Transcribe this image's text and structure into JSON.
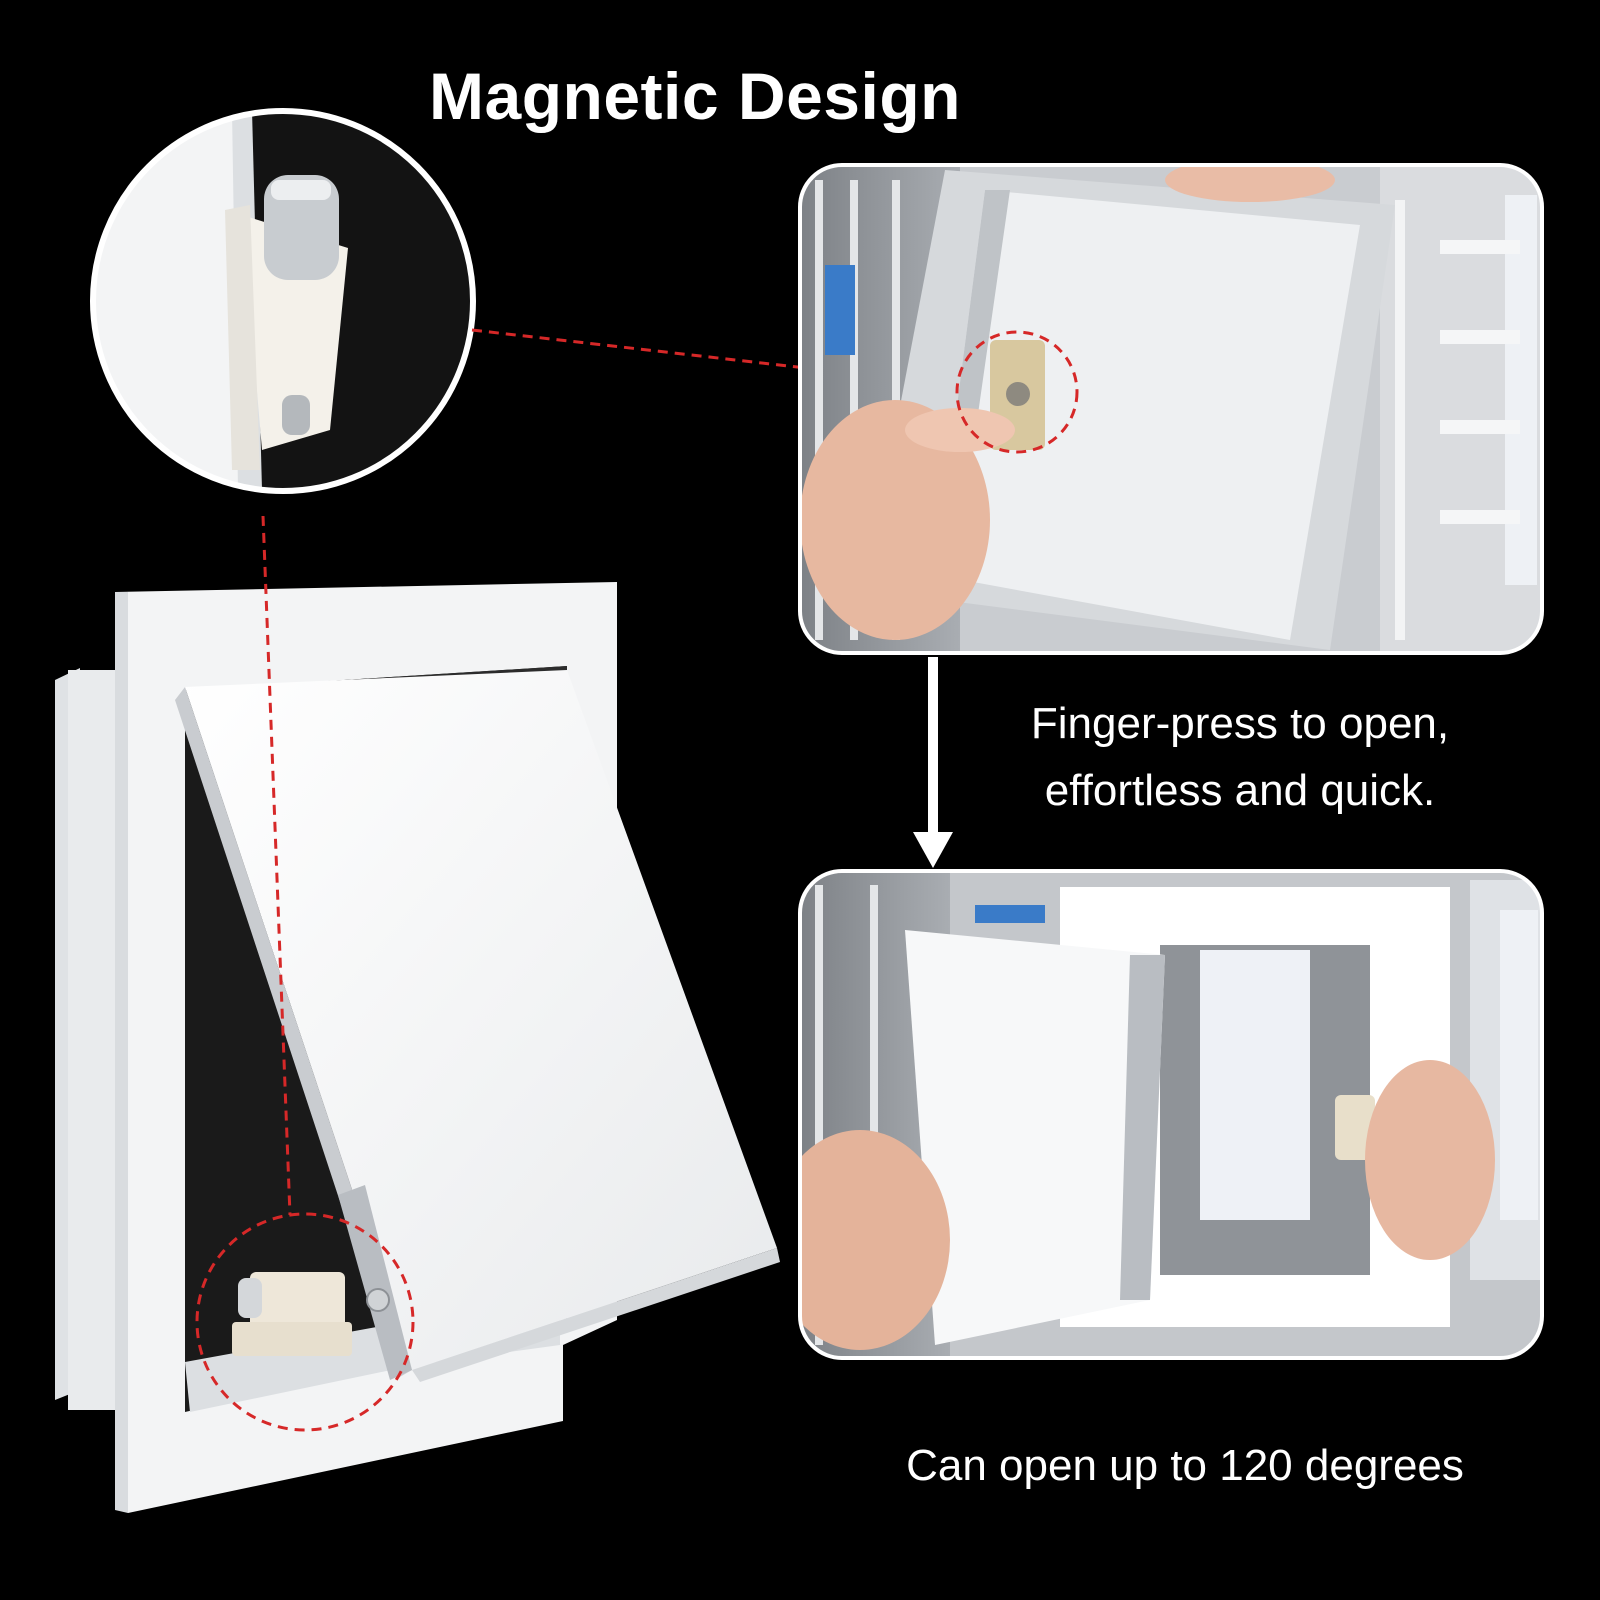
{
  "headline": "Magnetic Design",
  "captions": {
    "press_line1": "Finger-press to open,",
    "press_line2": "effortless and quick.",
    "angle": "Can open up to 120 degrees"
  },
  "colors": {
    "background": "#000000",
    "panel_white": "#f4f5f6",
    "callout_red": "#d62828",
    "text": "#ffffff"
  }
}
